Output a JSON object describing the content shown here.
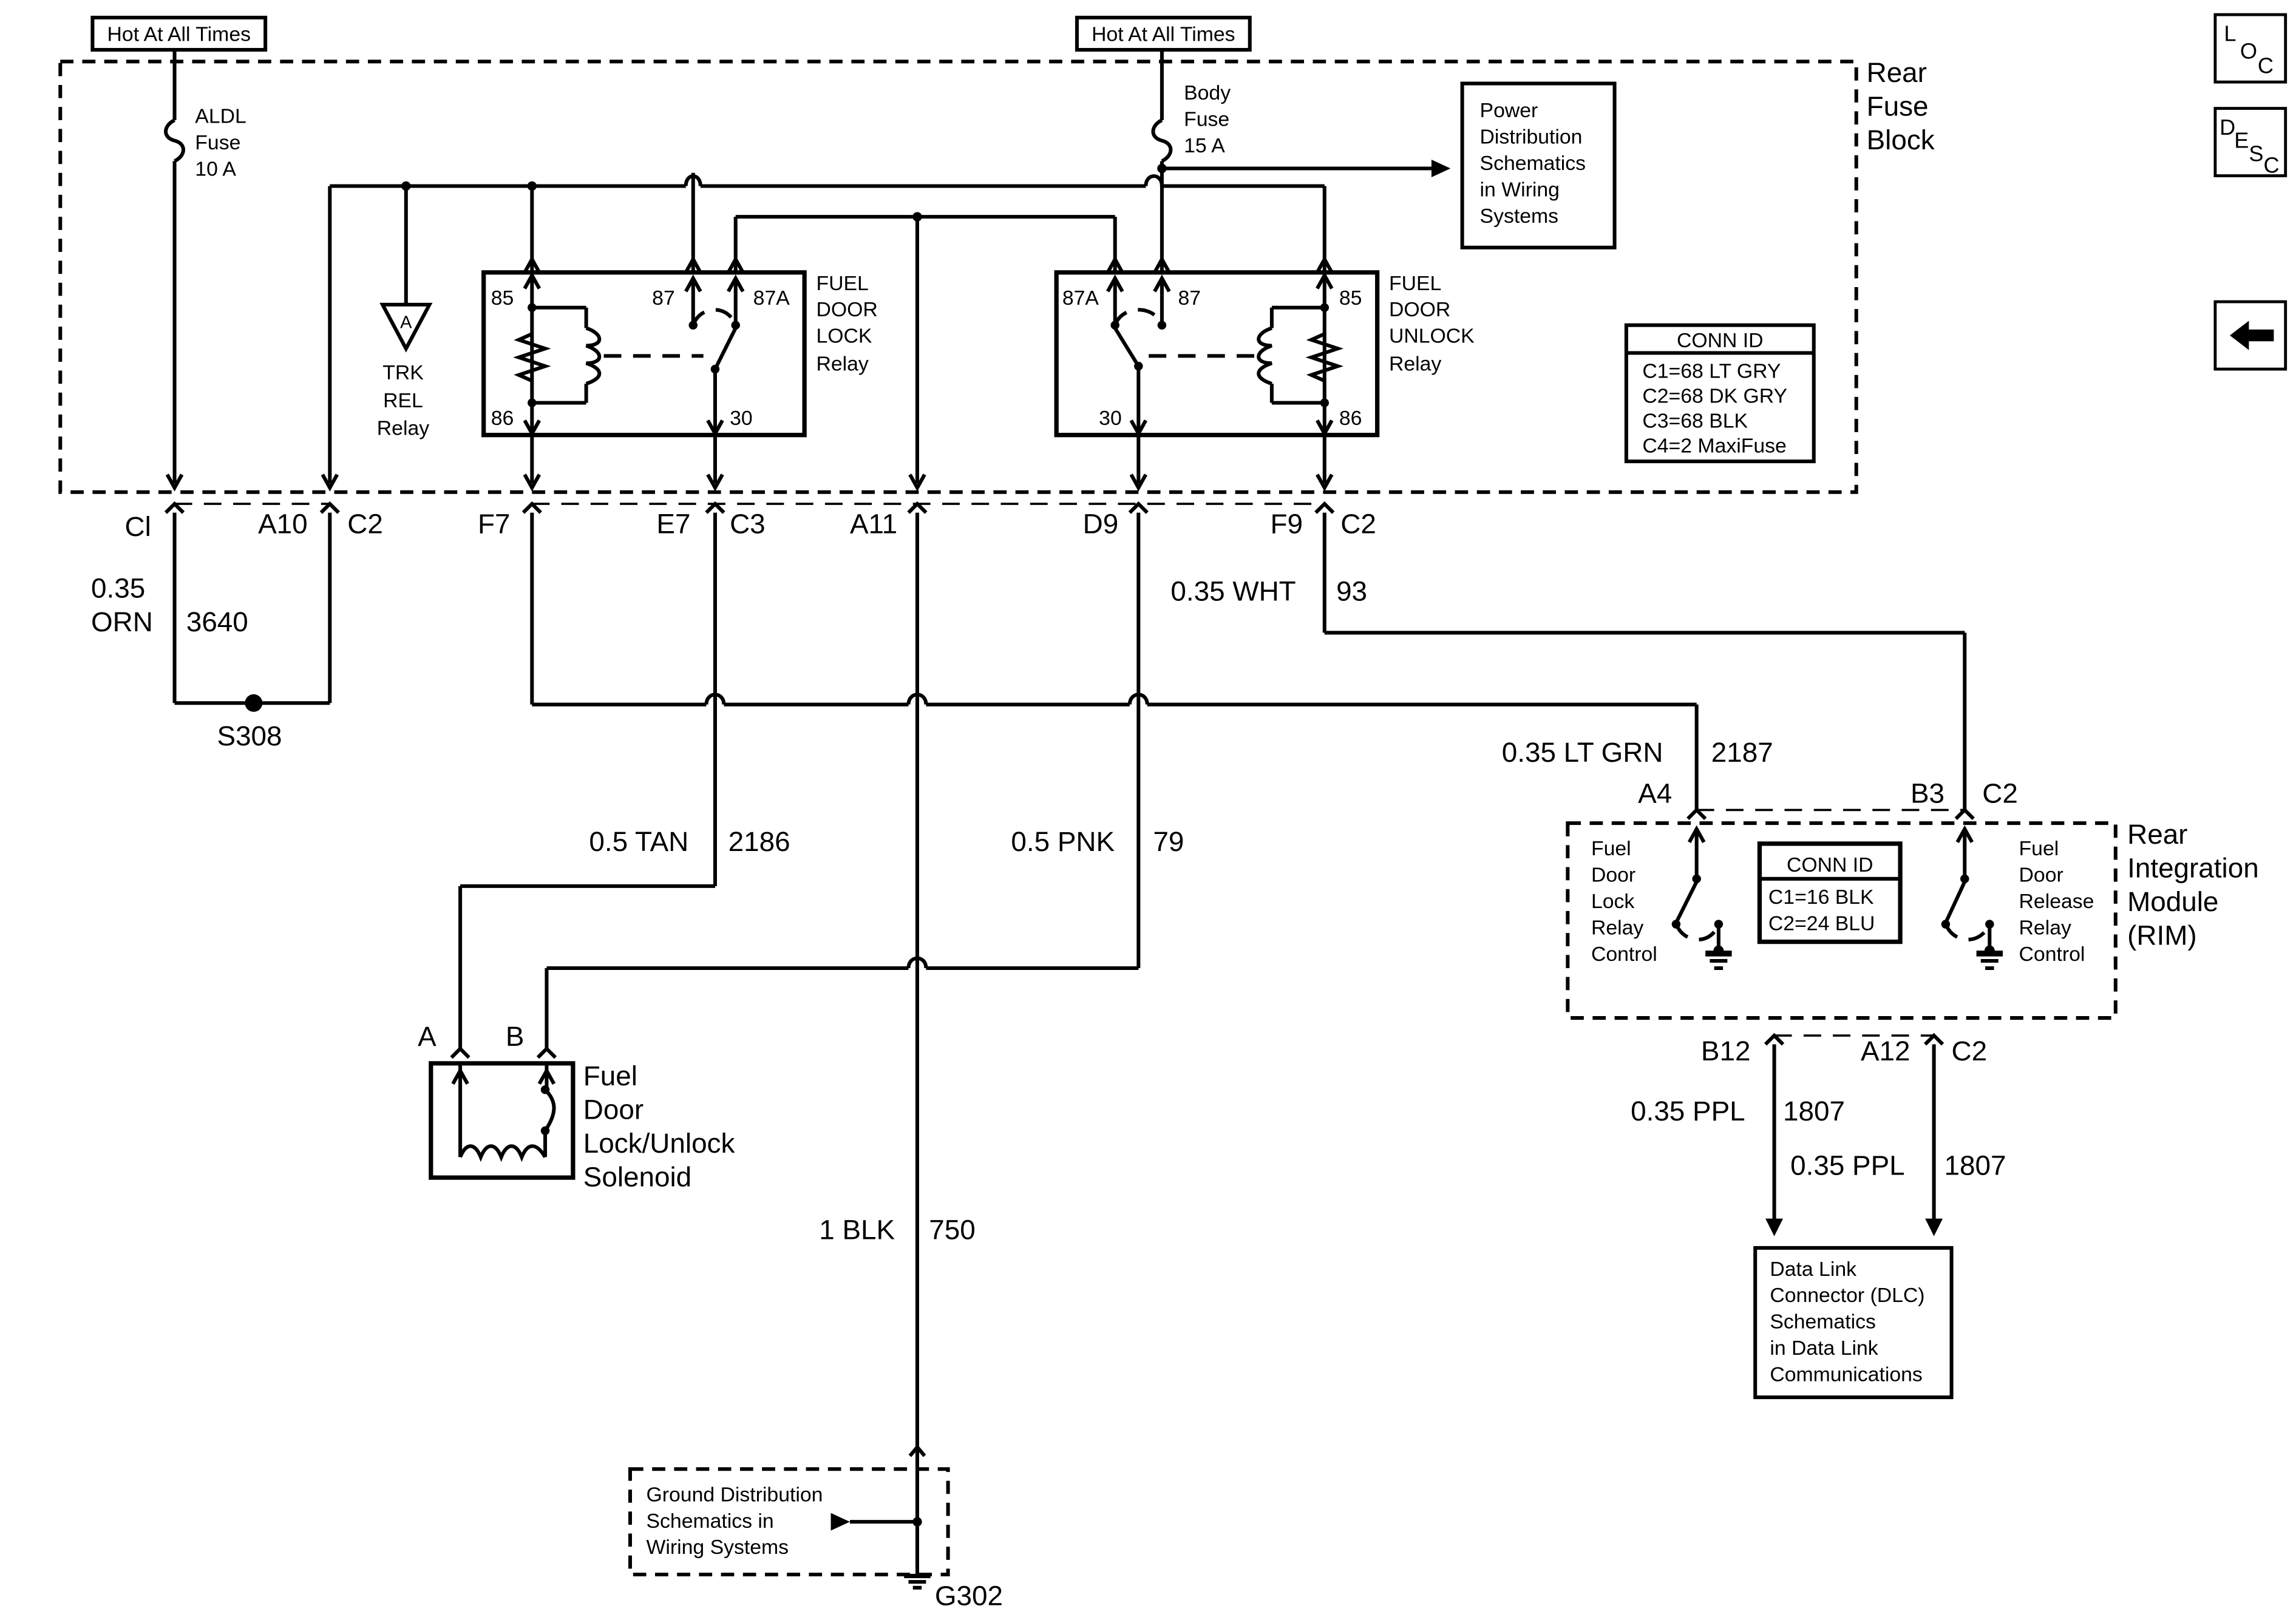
{
  "header": {
    "hot_left": "Hot At All Times",
    "hot_right": "Hot At All Times"
  },
  "nav": {
    "loc": [
      "L",
      "O",
      "C"
    ],
    "desc": [
      "D",
      "E",
      "S",
      "C"
    ]
  },
  "fuse_block": {
    "title": [
      "Rear",
      "Fuse",
      "Block"
    ],
    "aldl_fuse": [
      "ALDL",
      "Fuse",
      "10 A"
    ],
    "body_fuse": [
      "Body",
      "Fuse",
      "15 A"
    ],
    "power_dist": [
      "Power",
      "Distribution",
      "Schematics",
      "in Wiring",
      "Systems"
    ],
    "trk_rel": {
      "symbol": "A",
      "lines": [
        "TRK",
        "REL",
        "Relay"
      ]
    },
    "lock_relay": {
      "label": [
        "FUEL",
        "DOOR",
        "LOCK",
        "Relay"
      ],
      "pins": {
        "p85": "85",
        "p86": "86",
        "p87": "87",
        "p87a": "87A",
        "p30": "30"
      }
    },
    "unlock_relay": {
      "label": [
        "FUEL",
        "DOOR",
        "UNLOCK",
        "Relay"
      ],
      "pins": {
        "p85": "85",
        "p86": "86",
        "p87": "87",
        "p87a": "87A",
        "p30": "30"
      }
    },
    "conn_id": {
      "title": "CONN ID",
      "rows": [
        "C1=68 LT GRY",
        "C2=68 DK GRY",
        "C3=68 BLK",
        "C4=2 MaxiFuse"
      ]
    }
  },
  "terminals": {
    "c1": "Cl",
    "a10": "A10",
    "c2a": "C2",
    "f7": "F7",
    "e7": "E7",
    "c3": "C3",
    "a11": "A11",
    "d9": "D9",
    "f9": "F9",
    "c2b": "C2"
  },
  "wires": {
    "orn_gauge": "0.35",
    "orn_color": "ORN",
    "orn_circuit": "3640",
    "splice": "S308",
    "wht": "0.35 WHT",
    "wht_circuit": "93",
    "ltgrn": "0.35 LT GRN",
    "ltgrn_circuit": "2187",
    "tan": "0.5 TAN",
    "tan_circuit": "2186",
    "pnk": "0.5 PNK",
    "pnk_circuit": "79",
    "blk": "1 BLK",
    "blk_circuit": "750",
    "ppl1": "0.35 PPL",
    "ppl1_circuit": "1807",
    "ppl2": "0.35 PPL",
    "ppl2_circuit": "1807"
  },
  "solenoid": {
    "pin_a": "A",
    "pin_b": "B",
    "label": [
      "Fuel",
      "Door",
      "Lock/Unlock",
      "Solenoid"
    ]
  },
  "rim": {
    "title": [
      "Rear",
      "Integration",
      "Module",
      "(RIM)"
    ],
    "pins": {
      "a4": "A4",
      "b3": "B3",
      "c2_top": "C2",
      "b12": "B12",
      "a12": "A12",
      "c2_bot": "C2"
    },
    "lock_ctrl": [
      "Fuel",
      "Door",
      "Lock",
      "Relay",
      "Control"
    ],
    "release_ctrl": [
      "Fuel",
      "Door",
      "Release",
      "Relay",
      "Control"
    ],
    "conn_id": {
      "title": "CONN ID",
      "rows": [
        "C1=16 BLK",
        "C2=24 BLU"
      ]
    }
  },
  "dlc": [
    "Data Link",
    "Connector (DLC)",
    "Schematics",
    "in Data Link",
    "Communications"
  ],
  "ground": {
    "box": [
      "Ground Distribution",
      "Schematics in",
      "Wiring Systems"
    ],
    "label": "G302"
  }
}
